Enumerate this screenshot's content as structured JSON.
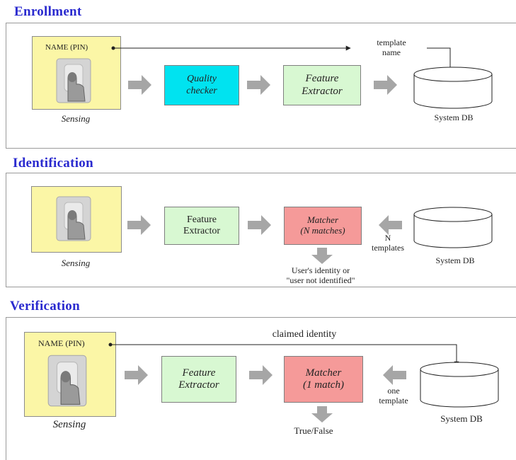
{
  "enrollment": {
    "title": "Enrollment",
    "name_pin": "NAME (PIN)",
    "sensing": "Sensing",
    "quality_checker": "Quality\nchecker",
    "feature_extractor": "Feature\nExtractor",
    "template_name": "template\nname",
    "system_db": "System DB"
  },
  "identification": {
    "title": "Identification",
    "sensing": "Sensing",
    "feature_extractor": "Feature\nExtractor",
    "matcher": "Matcher\n(N matches)",
    "n_templates": "N\ntemplates",
    "system_db": "System DB",
    "output": "User's identity or\n\"user not identified\""
  },
  "verification": {
    "title": "Verification",
    "name_pin": "NAME (PIN)",
    "sensing": "Sensing",
    "claimed_identity": "claimed identity",
    "feature_extractor": "Feature\nExtractor",
    "matcher": "Matcher\n(1 match)",
    "one_template": "one\ntemplate",
    "system_db": "System DB",
    "output": "True/False"
  },
  "colors": {
    "title": "#2a2acf",
    "sensing_bg": "#fbf6a6",
    "quality_bg": "#00e3f0",
    "feature_bg": "#d8f8d2",
    "matcher_bg": "#f59a99",
    "arrow": "#a6a6a6"
  }
}
